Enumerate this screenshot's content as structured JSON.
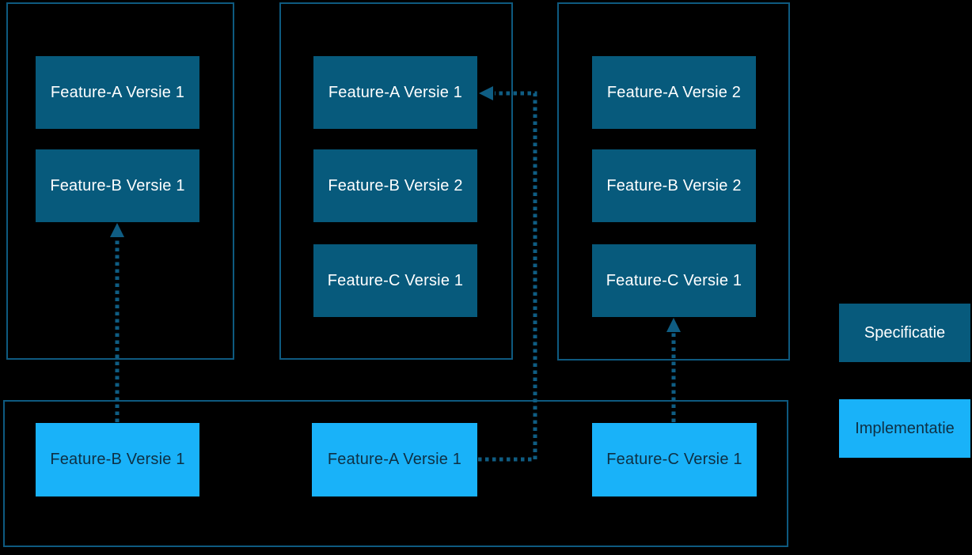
{
  "colors": {
    "background": "#000000",
    "container_border": "#0e5a80",
    "spec_fill": "#075a7c",
    "spec_text": "#ffffff",
    "impl_fill": "#19b2f9",
    "impl_text": "#0e3044",
    "arrow": "#0f5d83"
  },
  "specification_groups": [
    {
      "boxes": [
        {
          "label": "Feature-A Versie 1"
        },
        {
          "label": "Feature-B Versie 1"
        }
      ]
    },
    {
      "boxes": [
        {
          "label": "Feature-A Versie 1"
        },
        {
          "label": "Feature-B Versie 2"
        },
        {
          "label": "Feature-C Versie 1"
        }
      ]
    },
    {
      "boxes": [
        {
          "label": "Feature-A Versie 2"
        },
        {
          "label": "Feature-B Versie 2"
        },
        {
          "label": "Feature-C Versie 1"
        }
      ]
    }
  ],
  "implementation_group": {
    "boxes": [
      {
        "label": "Feature-B Versie 1"
      },
      {
        "label": "Feature-A Versie 1"
      },
      {
        "label": "Feature-C Versie 1"
      }
    ]
  },
  "legend": {
    "specification": "Specificatie",
    "implementation": "Implementatie"
  },
  "arrows": [
    {
      "from": "Feature-B Versie 1 (implementatie)",
      "to": "Feature-B Versie 1 (specificatie groep 1)",
      "style": "dashed"
    },
    {
      "from": "Feature-A Versie 1 (implementatie)",
      "to": "Feature-A Versie 1 (specificatie groep 2)",
      "style": "dashed"
    },
    {
      "from": "Feature-C Versie 1 (implementatie)",
      "to": "Feature-C Versie 1 (specificatie groep 3)",
      "style": "dashed"
    }
  ]
}
